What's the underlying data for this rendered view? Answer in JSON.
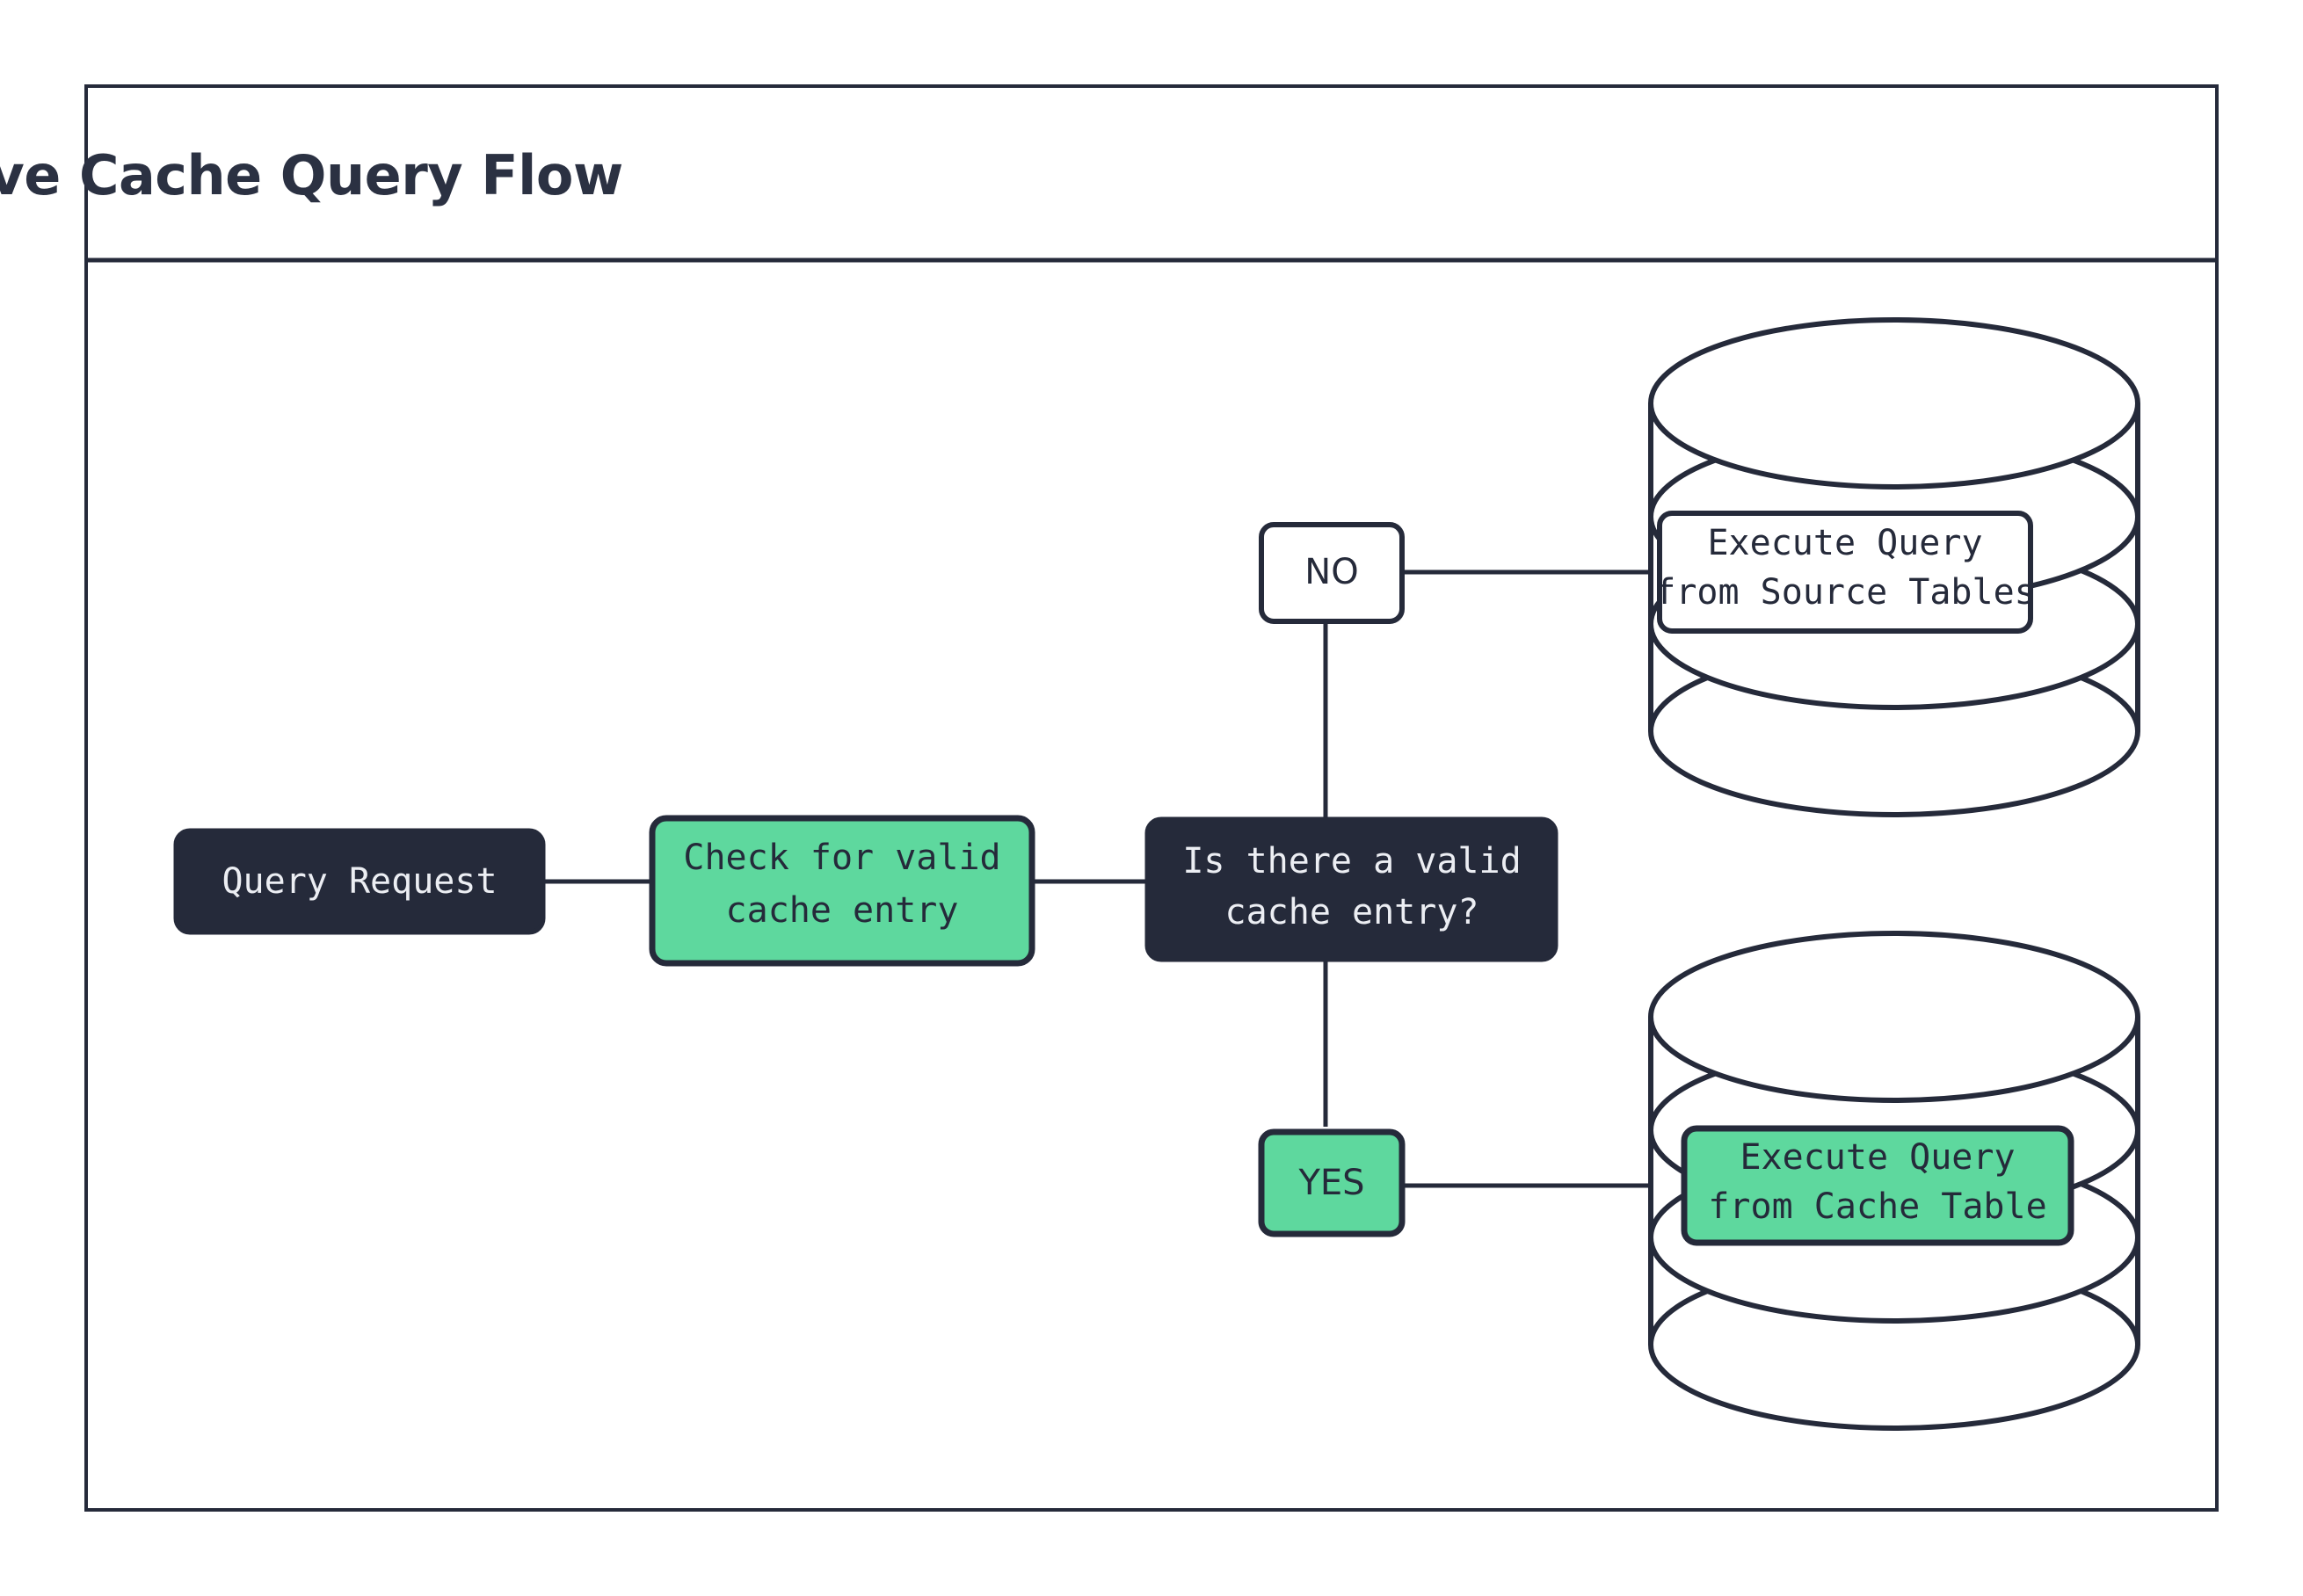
{
  "page": {
    "title": "Declarative Cache Query Flow",
    "background": "#ffffff"
  },
  "colors": {
    "ink": "#252a3a",
    "green": "#5ed89e",
    "white": "#ffffff",
    "title_text": "#2b3142",
    "dark_node_text": "#eceef3"
  },
  "flow": {
    "nodes": {
      "query_request": {
        "label": "Query Request",
        "style": "dark"
      },
      "check_cache": {
        "label_line1": "Check for valid",
        "label_line2": "cache entry",
        "style": "green"
      },
      "decision": {
        "label_line1": "Is there a valid",
        "label_line2": "cache entry?",
        "style": "dark"
      },
      "source_db": {
        "label_line1": "Execute Query",
        "label_line2": "from Source Tables",
        "style": "white",
        "container": "database-cylinder"
      },
      "cache_db": {
        "label_line1": "Execute Query",
        "label_line2": "from Cache Table",
        "style": "green",
        "container": "database-cylinder"
      }
    },
    "branches": {
      "no": {
        "label": "NO",
        "style": "white"
      },
      "yes": {
        "label": "YES",
        "style": "green"
      }
    }
  }
}
